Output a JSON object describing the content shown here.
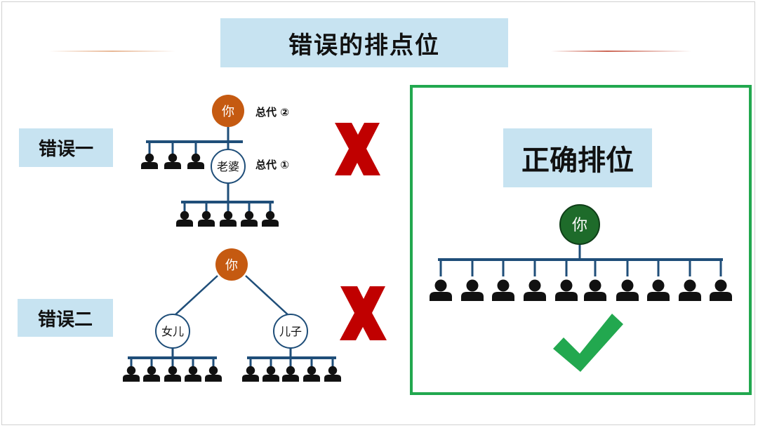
{
  "title": "错误的排点位",
  "wrong_one": {
    "label": "错误一",
    "top_node": "你",
    "top_note": "总代 ②",
    "middle_node": "老婆",
    "middle_note": "总代 ①"
  },
  "wrong_two": {
    "label": "错误二",
    "top_node": "你",
    "left_node": "女儿",
    "right_node": "儿子"
  },
  "correct": {
    "label": "正确排位",
    "top_node": "你"
  },
  "marks": {
    "wrong": "X",
    "right": "checkmark"
  },
  "colors": {
    "you_node_wrong": "#c55a11",
    "you_node_correct": "#1e6b2a",
    "line": "#1f4e79",
    "label_bg": "#c7e3f1",
    "cross": "#c00000",
    "check": "#22a84f",
    "frame": "#22a84f"
  },
  "icons": [
    "person-icon",
    "cross-icon",
    "checkmark-icon"
  ]
}
